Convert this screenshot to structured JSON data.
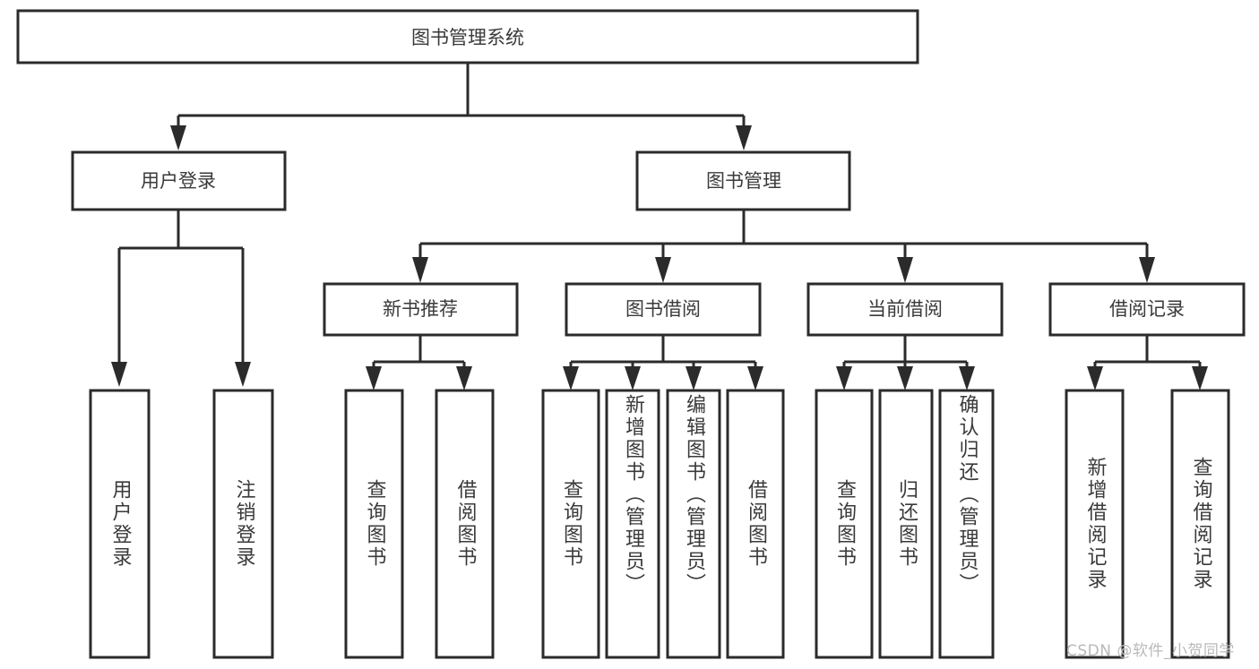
{
  "diagram": {
    "title": "图书管理系统",
    "type": "hierarchy-tree",
    "root": {
      "id": "root",
      "label": "图书管理系统",
      "orientation": "horizontal"
    },
    "level1": [
      {
        "id": "user-login",
        "label": "用户登录",
        "orientation": "horizontal"
      },
      {
        "id": "book-management",
        "label": "图书管理",
        "orientation": "horizontal"
      }
    ],
    "level2": [
      {
        "id": "new-book-recommend",
        "label": "新书推荐",
        "parent": "book-management",
        "orientation": "horizontal"
      },
      {
        "id": "book-borrow",
        "label": "图书借阅",
        "parent": "book-management",
        "orientation": "horizontal"
      },
      {
        "id": "current-borrow",
        "label": "当前借阅",
        "parent": "book-management",
        "orientation": "horizontal"
      },
      {
        "id": "borrow-record",
        "label": "借阅记录",
        "parent": "book-management",
        "orientation": "horizontal"
      }
    ],
    "leaves": [
      {
        "id": "leaf-user-login",
        "label": "用户登录",
        "parent": "user-login",
        "orientation": "vertical"
      },
      {
        "id": "leaf-logout-login",
        "label": "注销登录",
        "parent": "user-login",
        "orientation": "vertical"
      },
      {
        "id": "leaf-query-book-1",
        "label": "查询图书",
        "parent": "new-book-recommend",
        "orientation": "vertical"
      },
      {
        "id": "leaf-borrow-book-1",
        "label": "借阅图书",
        "parent": "new-book-recommend",
        "orientation": "vertical"
      },
      {
        "id": "leaf-query-book-2",
        "label": "查询图书",
        "parent": "book-borrow",
        "orientation": "vertical"
      },
      {
        "id": "leaf-add-book",
        "label": "新增图书（管理员）",
        "parent": "book-borrow",
        "orientation": "vertical"
      },
      {
        "id": "leaf-edit-book",
        "label": "编辑图书（管理员）",
        "parent": "book-borrow",
        "orientation": "vertical"
      },
      {
        "id": "leaf-borrow-book-2",
        "label": "借阅图书",
        "parent": "book-borrow",
        "orientation": "vertical"
      },
      {
        "id": "leaf-query-book-3",
        "label": "查询图书",
        "parent": "current-borrow",
        "orientation": "vertical"
      },
      {
        "id": "leaf-return-book",
        "label": "归还图书",
        "parent": "current-borrow",
        "orientation": "vertical"
      },
      {
        "id": "leaf-confirm-return",
        "label": "确认归还（管理员）",
        "parent": "current-borrow",
        "orientation": "vertical"
      },
      {
        "id": "leaf-add-borrow-record",
        "label": "新增借阅记录",
        "parent": "borrow-record",
        "orientation": "vertical"
      },
      {
        "id": "leaf-query-borrow-record",
        "label": "查询借阅记录",
        "parent": "borrow-record",
        "orientation": "vertical"
      }
    ],
    "watermark": "CSDN @软件_小贺同学",
    "colors": {
      "stroke": "#2b2b2b",
      "fill": "#ffffff",
      "text": "#3a3a3a",
      "watermark": "#b9b9b9",
      "background": "#ffffff"
    }
  }
}
